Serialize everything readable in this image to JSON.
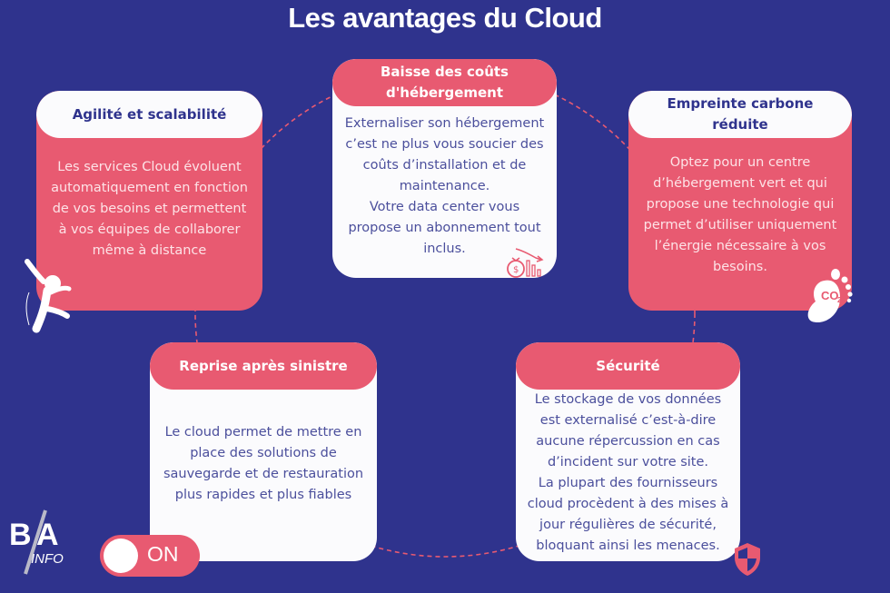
{
  "title": "Les avantages du Cloud",
  "colors": {
    "background": "#2f338d",
    "accent": "#e85a71",
    "card_light": "#fbfbfd",
    "text_dark": "#4b4f9c"
  },
  "cards": [
    {
      "heading": "Agilité et scalabilité",
      "lines": [
        "Les services Cloud évoluent",
        "automatiquement en fonction",
        "de vos besoins et permettent",
        "à vos équipes de collaborer",
        "même à distance"
      ],
      "icon": "dancing-person-icon",
      "style": "pink"
    },
    {
      "heading_lines": [
        "Baisse des coûts",
        "d'hébergement"
      ],
      "lines": [
        "Externaliser son hébergement",
        "c’est ne plus vous soucier des",
        "coûts d’installation et de",
        "maintenance.",
        "Votre data center vous",
        "propose un abonnement tout",
        "inclus."
      ],
      "icon": "money-bag-decreasing-chart-icon",
      "style": "white"
    },
    {
      "heading_lines": [
        "Empreinte carbone",
        "réduite"
      ],
      "lines": [
        "Optez pour un centre",
        "d’hébergement vert et qui",
        "propose une technologie qui",
        "permet d’utiliser uniquement",
        "l’énergie nécessaire à vos",
        "besoins."
      ],
      "icon": "co2-footprint-icon",
      "style": "pink"
    },
    {
      "heading": "Reprise après sinistre",
      "lines": [
        "Le cloud permet de mettre en",
        "place des solutions de",
        "sauvegarde et de restauration",
        "plus rapides et plus fiables"
      ],
      "icon": "toggle-on-icon",
      "style": "white"
    },
    {
      "heading": "Sécurité",
      "lines": [
        "Le stockage de vos données",
        "est externalisé c’est-à-dire",
        "aucune répercussion en cas",
        "d’incident sur votre site.",
        "La plupart des fournisseurs",
        "cloud procèdent à des mises à",
        "jour régulières de sécurité,",
        "bloquant ainsi les menaces."
      ],
      "icon": "shield-icon",
      "style": "white"
    }
  ],
  "toggle": {
    "label": "ON"
  },
  "logo": {
    "top": "B/A",
    "bottom": "INFO"
  },
  "co2_label": "CO",
  "co2_sub": "2",
  "money_symbol": "$"
}
